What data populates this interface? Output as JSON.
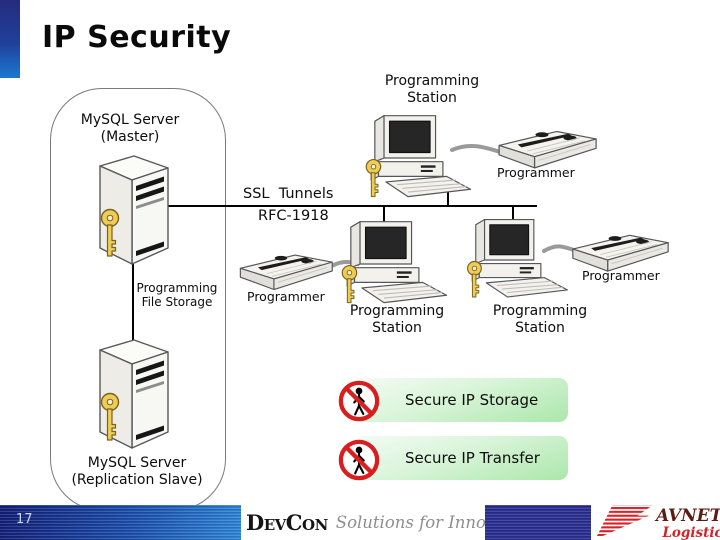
{
  "title": "IP Security",
  "diagram": {
    "mysql_master": {
      "line1": "MySQL Server",
      "line2": "(Master)"
    },
    "file_storage": {
      "line1": "Programming",
      "line2": "File Storage"
    },
    "mysql_slave": {
      "line1": "MySQL Server",
      "line2": "(Replication Slave)"
    },
    "ssl_tunnels": "SSL  Tunnels",
    "rfc": "RFC-1918",
    "station_top": {
      "line1": "Programming",
      "line2": "Station"
    },
    "station_mid": {
      "line1": "Programming",
      "line2": "Station"
    },
    "station_right": {
      "line1": "Programming",
      "line2": "Station"
    },
    "programmer_top": "Programmer",
    "programmer_left": "Programmer",
    "programmer_right": "Programmer",
    "callouts": [
      {
        "label": "Secure IP Storage"
      },
      {
        "label": "Secure IP Transfer"
      }
    ]
  },
  "footer": {
    "page_number": "17",
    "devcon_name": "DevCon",
    "devcon_tagline": "Solutions for Innovation",
    "avnet_name": "AVNET",
    "avnet_tm": "™",
    "avnet_sub": "Logistics"
  },
  "colors": {
    "accent_bar_top": "#262b7e",
    "accent_bar_bottom": "#1b79d2",
    "callout_green": "#abe7ab",
    "prohibit_red": "#d81e1e",
    "key_gold": "#eecd57",
    "footer_blue_dark": "#141f78",
    "footer_blue_mid": "#2c3193",
    "avnet_maroon": "#5b1d12",
    "avnet_red": "#d2232a"
  }
}
